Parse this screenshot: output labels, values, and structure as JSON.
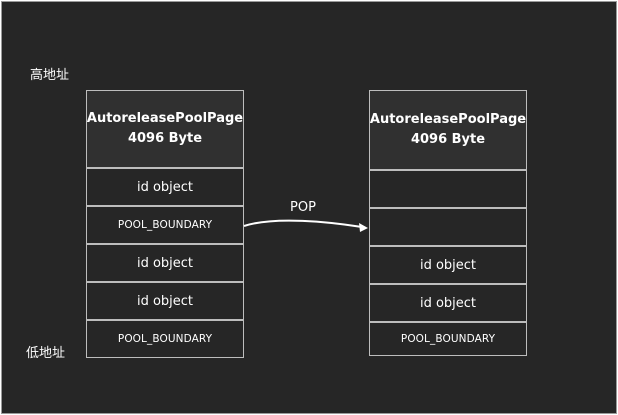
{
  "labels": {
    "high_address": "高地址",
    "low_address": "低地址",
    "arrow": "POP"
  },
  "left_stack": {
    "header_line1": "AutoreleasePoolPage",
    "header_line2": "4096 Byte",
    "cells": [
      "id object",
      "POOL_BOUNDARY",
      "id object",
      "id object",
      "POOL_BOUNDARY"
    ]
  },
  "right_stack": {
    "header_line1": "AutoreleasePoolPage",
    "header_line2": "4096 Byte",
    "cells": [
      "",
      "",
      "id object",
      "id object",
      "POOL_BOUNDARY"
    ]
  },
  "colors": {
    "background": "#262626",
    "border": "#bdbdbd",
    "text": "#ffffff"
  }
}
